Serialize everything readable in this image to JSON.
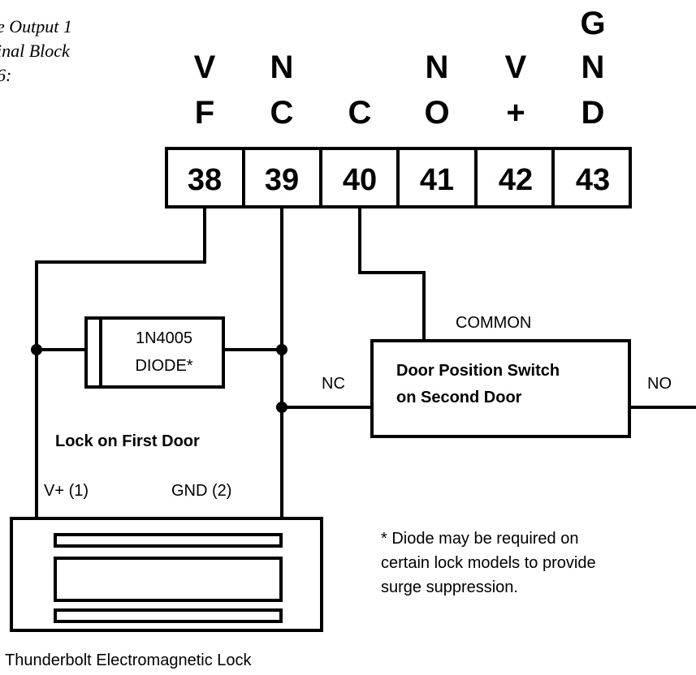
{
  "caption": {
    "lines": [
      "e Output 1",
      "inal Block",
      "6:"
    ]
  },
  "terminals": [
    {
      "header": [
        "V",
        "F"
      ],
      "number": "38"
    },
    {
      "header": [
        "N",
        "C"
      ],
      "number": "39"
    },
    {
      "header": [
        "",
        "C"
      ],
      "number": "40"
    },
    {
      "header": [
        "N",
        "O"
      ],
      "number": "41"
    },
    {
      "header": [
        "V",
        "+"
      ],
      "number": "42"
    },
    {
      "header": [
        "G",
        "N",
        "D"
      ],
      "number": "43"
    }
  ],
  "diode": {
    "line1": "1N4005",
    "line2": "DIODE*"
  },
  "switch": {
    "line1": "Door Position Switch",
    "line2": "on Second Door",
    "common_label": "COMMON",
    "nc_label": "NC",
    "no_label": "NO"
  },
  "lock": {
    "title": "Lock on First Door",
    "vplus_label": "V+ (1)",
    "gnd_label": "GND (2)",
    "name": "Thunderbolt Electromagnetic Lock"
  },
  "note": {
    "lines": [
      "* Diode may be required on",
      "certain lock models to provide",
      "surge suppression."
    ]
  }
}
